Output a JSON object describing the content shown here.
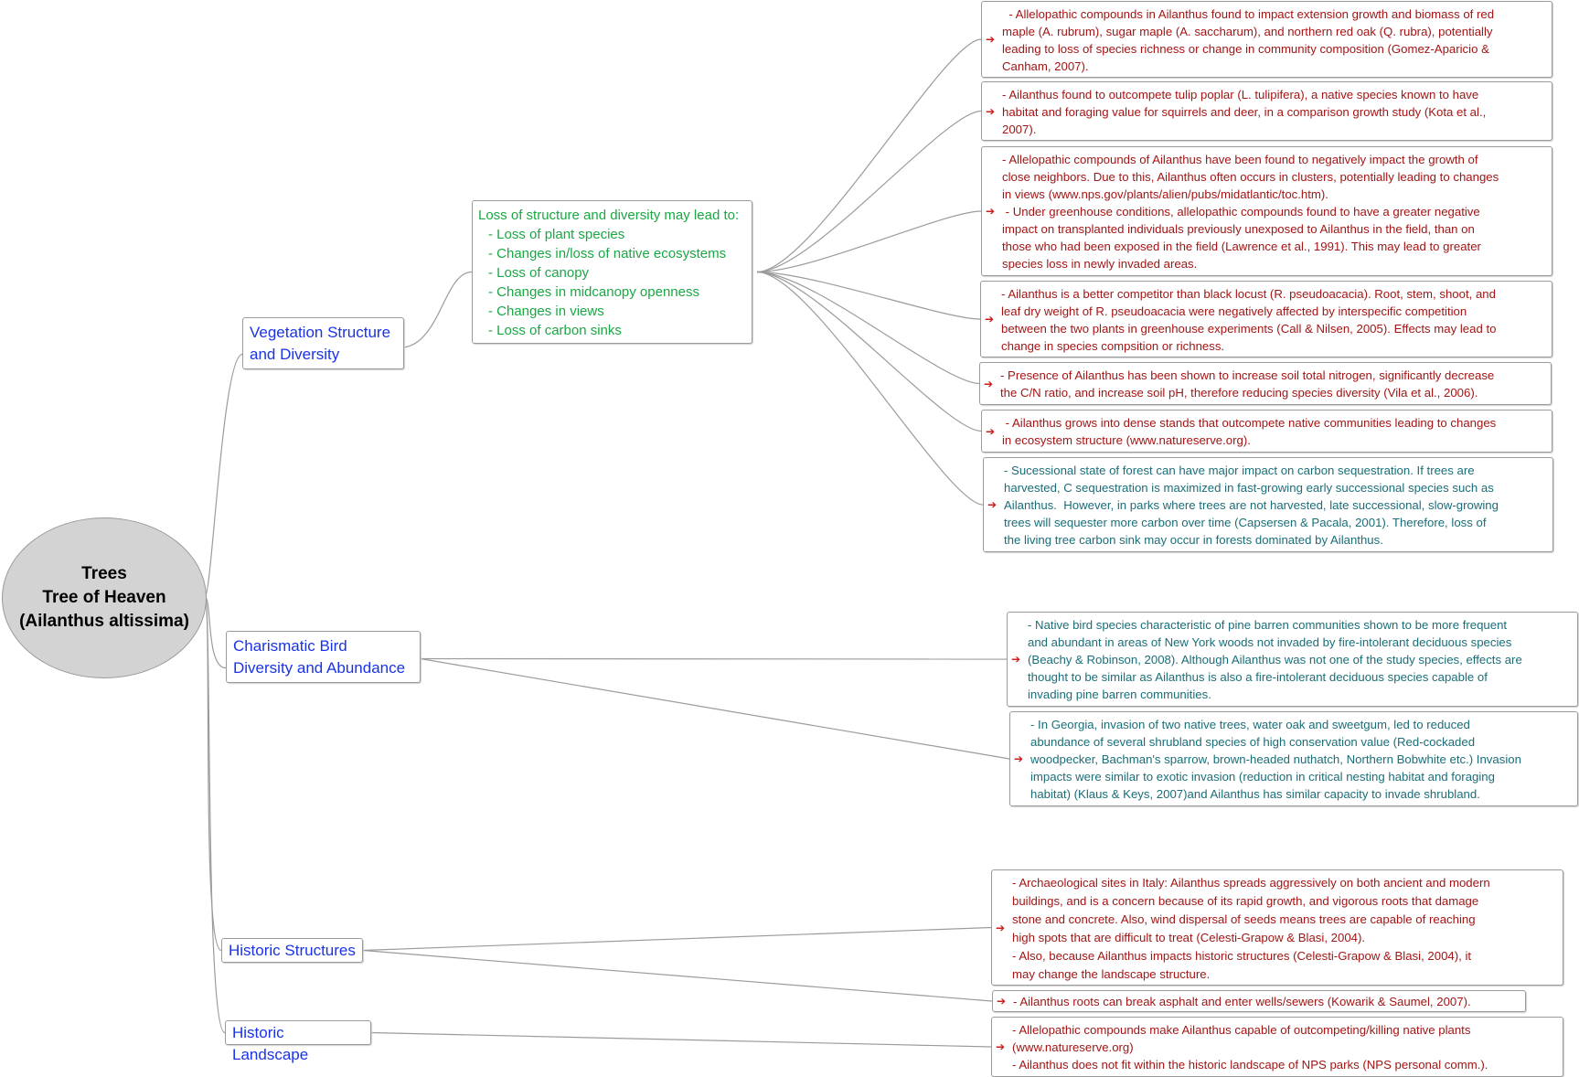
{
  "root": {
    "lines": [
      "Trees",
      "Tree of Heaven",
      "(Ailanthus altissima)"
    ]
  },
  "branches": {
    "vegetation": {
      "label_lines": [
        "Vegetation Structure",
        "and Diversity"
      ],
      "summary": {
        "heading": "Loss of structure and diversity may lead to:",
        "items": [
          "- Loss of plant species",
          "- Changes in/loss of native ecosystems",
          "- Loss of canopy",
          "- Changes in midcanopy openness",
          "- Changes in views",
          "- Loss of carbon sinks"
        ]
      },
      "notes": [
        {
          "color": "red",
          "lines": [
            "  - Allelopathic compounds in Ailanthus found to impact extension growth and biomass of red",
            "maple (A. rubrum), sugar maple (A. saccharum), and northern red oak (Q. rubra), potentially",
            "leading to loss of species richness or change in community composition (Gomez-Aparicio &",
            "Canham, 2007)."
          ]
        },
        {
          "color": "red",
          "lines": [
            "- Ailanthus found to outcompete tulip poplar (L. tulipifera), a native species known to have",
            "habitat and foraging value for squirrels and deer, in a comparison growth study (Kota et al.,",
            "2007)."
          ]
        },
        {
          "color": "red",
          "lines": [
            "- Allelopathic compounds of Ailanthus have been found to negatively impact the growth of",
            "close neighbors. Due to this, Ailanthus often occurs in clusters, potentially leading to changes",
            "in views (www.nps.gov/plants/alien/pubs/midatlantic/toc.htm).",
            " - Under greenhouse conditions, allelopathic compounds found to have a greater negative",
            "impact on transplanted individuals previously unexposed to Ailanthus in the field, than on",
            "those who had been exposed in the field (Lawrence et al., 1991). This may lead to greater",
            "species loss in newly invaded areas."
          ]
        },
        {
          "color": "red",
          "lines": [
            "- Ailanthus is a better competitor than black locust (R. pseudoacacia). Root, stem, shoot, and",
            "leaf dry weight of R. pseudoacacia were negatively affected by interspecific competition",
            "between the two plants in greenhouse experiments (Call & Nilsen, 2005). Effects may lead to",
            "change in species compsition or richness."
          ]
        },
        {
          "color": "red",
          "lines": [
            "- Presence of Ailanthus has been shown to increase soil total nitrogen, significantly decrease",
            "the C/N ratio, and increase soil pH, therefore reducing species diversity (Vila et al., 2006)."
          ]
        },
        {
          "color": "red",
          "lines": [
            " - Ailanthus grows into dense stands that outcompete native communities leading to changes",
            "in ecosystem structure (www.natureserve.org)."
          ]
        },
        {
          "color": "teal",
          "lines": [
            "- Sucessional state of forest can have major impact on carbon sequestration. If trees are",
            "harvested, C sequestration is maximized in fast-growing early successional species such as",
            "Ailanthus.  However, in parks where trees are not harvested, late successional, slow-growing",
            "trees will sequester more carbon over time (Capsersen & Pacala, 2001). Therefore, loss of",
            "the living tree carbon sink may occur in forests dominated by Ailanthus."
          ]
        }
      ]
    },
    "birds": {
      "label_lines": [
        "Charismatic Bird",
        "Diversity and Abundance"
      ],
      "notes": [
        {
          "color": "teal",
          "lines": [
            "- Native bird species characteristic of pine barren communities shown to be more frequent",
            "and abundant in areas of New York woods not invaded by fire-intolerant deciduous species",
            "(Beachy & Robinson, 2008). Although Ailanthus was not one of the study species, effects are",
            "thought to be similar as Ailanthus is also a fire-intolerant deciduous species capable of",
            "invading pine barren communities."
          ]
        },
        {
          "color": "teal",
          "lines": [
            "- In Georgia, invasion of two native trees, water oak and sweetgum, led to reduced",
            "abundance of several shrubland species of high conservation value (Red-cockaded",
            "woodpecker, Bachman's sparrow, brown-headed nuthatch, Northern Bobwhite etc.) Invasion",
            "impacts were similar to exotic invasion (reduction in critical nesting habitat and foraging",
            "habitat) (Klaus & Keys, 2007)and Ailanthus has similar capacity to invade shrubland."
          ]
        }
      ]
    },
    "structures": {
      "label_lines": [
        "Historic Structures"
      ],
      "notes": [
        {
          "color": "red",
          "lines": [
            "- Archaeological sites in Italy: Ailanthus spreads aggressively on both ancient and modern",
            "buildings, and is a concern because of its rapid growth, and vigorous roots that damage",
            "stone and concrete. Also, wind dispersal of seeds means trees are capable of reaching",
            "high spots that are difficult to treat (Celesti-Grapow & Blasi, 2004).",
            "- Also, because Ailanthus impacts historic structures (Celesti-Grapow & Blasi, 2004), it",
            "may change the landscape structure."
          ]
        },
        {
          "color": "red",
          "lines": [
            "- Ailanthus roots can break asphalt and enter wells/sewers (Kowarik & Saumel, 2007)."
          ]
        }
      ]
    },
    "landscape": {
      "label_lines": [
        "Historic Landscape"
      ],
      "notes": [
        {
          "color": "red",
          "lines": [
            "- Allelopathic compounds make Ailanthus capable of outcompeting/killing native plants",
            "(www.natureserve.org)",
            "- Ailanthus does not fit within the historic landscape of NPS parks (NPS personal comm.)."
          ]
        }
      ]
    }
  },
  "colors": {
    "branch_text": "#1a33e6",
    "summary_text": "#19a843",
    "note_red": "#a31515",
    "note_teal": "#1a6e78",
    "arrow": "#cc1b1b",
    "connector": "#9b9b9b",
    "root_fill": "#d3d3d3"
  },
  "icons": {
    "note_marker": "arrow-right-icon"
  }
}
